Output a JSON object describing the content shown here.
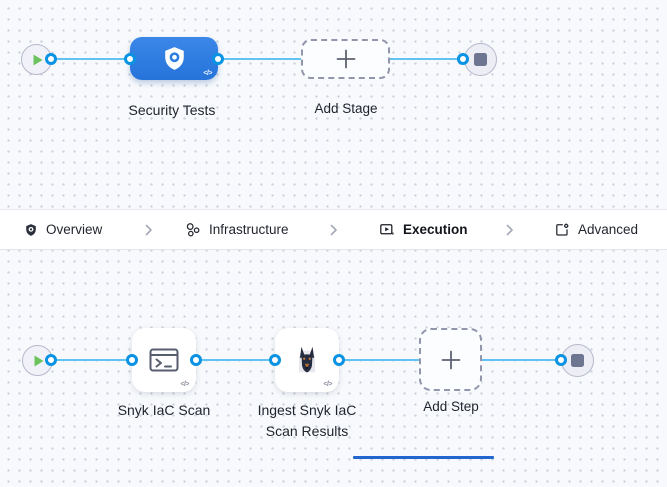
{
  "stage_canvas": {
    "stage_label": "Security Tests",
    "add_stage_label": "Add Stage",
    "code_badge": "</>"
  },
  "tab_bar": {
    "items": [
      {
        "label": "Overview"
      },
      {
        "label": "Infrastructure"
      },
      {
        "label": "Execution",
        "active": true
      },
      {
        "label": "Advanced"
      }
    ],
    "active_tab": "Execution"
  },
  "execution_canvas": {
    "steps": [
      {
        "label": "Snyk IaC Scan"
      },
      {
        "label": "Ingest Snyk IaC Scan Results"
      }
    ],
    "add_step_label": "Add Step",
    "code_badge": "</>"
  },
  "icons": {
    "plus": "+",
    "chevron_separator": "›"
  },
  "colors": {
    "canvas_bg": "#f7f9fc",
    "connector_line": "#62c3f3",
    "port_ring": "#0a93e2",
    "stage_blue": "#2b7de1",
    "active_tab_underline": "#2466cf",
    "play_green": "#6cc35e",
    "stop_slate": "#6e7590"
  }
}
